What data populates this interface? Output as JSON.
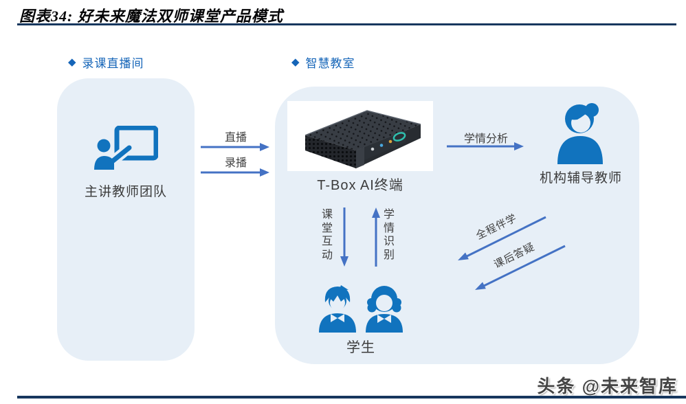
{
  "title": "图表34: 好未来魔法双师课堂产品模式",
  "sections": {
    "recording_room": {
      "label": "录课直播间",
      "bullet": "◆"
    },
    "smart_classroom": {
      "label": "智慧教室",
      "bullet": "◆"
    }
  },
  "nodes": {
    "teacher_team": {
      "label": "主讲教师团队",
      "icon": "teacher-presenting-icon"
    },
    "tbox": {
      "label": "T-Box AI终端",
      "icon": "tbox-device-photo"
    },
    "tutor": {
      "label": "机构辅导教师",
      "icon": "female-tutor-icon"
    },
    "students": {
      "label": "学生",
      "icons": [
        "boy-student-icon",
        "girl-student-icon"
      ]
    }
  },
  "flows": {
    "live": "直播",
    "recorded": "录播",
    "learning_analysis": "学情分析",
    "classroom_interaction": "课堂互动",
    "learning_recognition": "学情识别",
    "full_accompaniment": "全程伴学",
    "after_class_qa": "课后答疑"
  },
  "watermark": "头条 @未来智库",
  "colors": {
    "icon_blue": "#1173BE",
    "arrow_blue": "#4472C4",
    "header_blue": "#1565B8",
    "rule_navy": "#17375E",
    "panel_fill": "#E7EFF7",
    "label_gray": "#3f3f3f",
    "teal_button": "#2fbfae"
  }
}
